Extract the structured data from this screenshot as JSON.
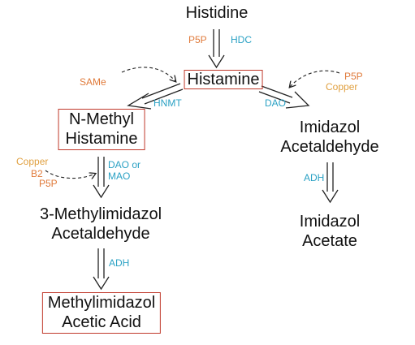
{
  "molecules": {
    "histidine": "Histidine",
    "histamine": "Histamine",
    "n_methyl_histamine": [
      "N-Methyl",
      "Histamine"
    ],
    "imidazol_acetaldehyde": [
      "Imidazol",
      "Acetaldehyde"
    ],
    "methylimidazol_acetaldehyde": [
      "3-Methylimidazol",
      "Acetaldehyde"
    ],
    "imidazol_acetate": [
      "Imidazol",
      "Acetate"
    ],
    "methylimidazol_acetic_acid": [
      "Methylimidazol",
      "Acetic Acid"
    ]
  },
  "enzymes": {
    "hdc": "HDC",
    "hnmt": "HNMT",
    "dao": "DAO",
    "dao_or_mao": [
      "DAO or",
      "MAO"
    ],
    "adh_right": "ADH",
    "adh_left": "ADH"
  },
  "cofactors": {
    "p5p_top": "P5P",
    "same": "SAMe",
    "p5p_right": "P5P",
    "copper_right": "Copper",
    "copper_left": "Copper",
    "b2_left": "B2",
    "p5p_left": "P5P"
  },
  "colors": {
    "enzyme": "#2aa1c4",
    "cofactor": "#e07a3a",
    "copper": "#e0a040",
    "highlight_box": "#c0392b",
    "text": "#111111"
  }
}
